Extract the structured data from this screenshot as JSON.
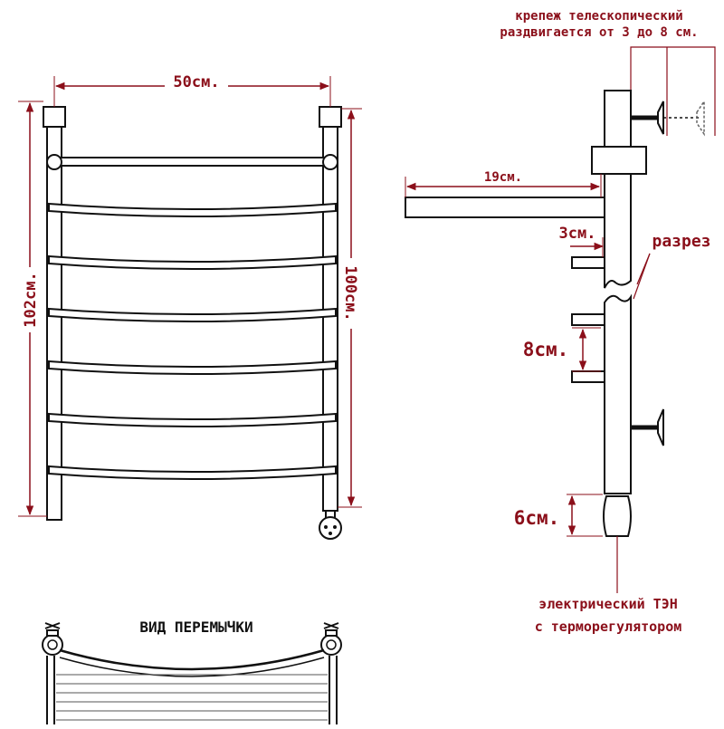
{
  "colors": {
    "dimension": "#8b0f1a",
    "drawing": "#111111",
    "background": "#ffffff",
    "heading": "#111111"
  },
  "front_view": {
    "width_label": "50см.",
    "total_height_label": "102см.",
    "inner_height_label": "100см.",
    "rungs_count": 6
  },
  "side_view": {
    "mount_label_line1": "крепеж телескопический",
    "mount_label_line2": "раздвигается от 3 до 8 см.",
    "shelf_depth_label": "19см.",
    "offset_label": "3см.",
    "cut_label": "разрез",
    "spacing_label": "8см.",
    "heater_gap_label": "6см.",
    "heater_label_line1": "электрический ТЭН",
    "heater_label_line2": "с терморегулятором"
  },
  "bridge_view": {
    "title": "ВИД ПЕРЕМЫЧКИ"
  }
}
